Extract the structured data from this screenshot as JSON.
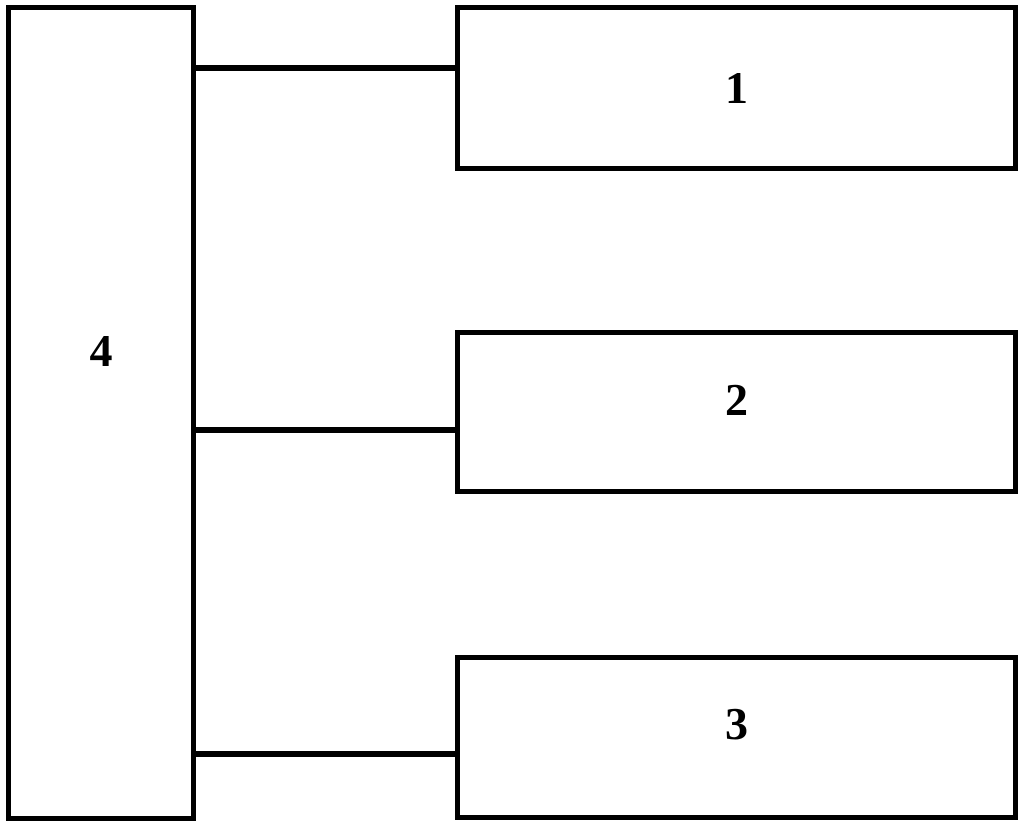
{
  "diagram": {
    "type": "block-diagram",
    "background_color": "#ffffff",
    "stroke_color": "#000000",
    "blocks": [
      {
        "id": "block-1",
        "label": "1",
        "role": "top-right-module"
      },
      {
        "id": "block-2",
        "label": "2",
        "role": "middle-right-module"
      },
      {
        "id": "block-3",
        "label": "3",
        "role": "bottom-right-module"
      },
      {
        "id": "block-4",
        "label": "4",
        "role": "left-controller-module"
      }
    ],
    "connectors": [
      {
        "id": "connector-4-1",
        "from": "4",
        "to": "1"
      },
      {
        "id": "connector-4-2",
        "from": "4",
        "to": "2"
      },
      {
        "id": "connector-4-3",
        "from": "4",
        "to": "3"
      }
    ]
  }
}
